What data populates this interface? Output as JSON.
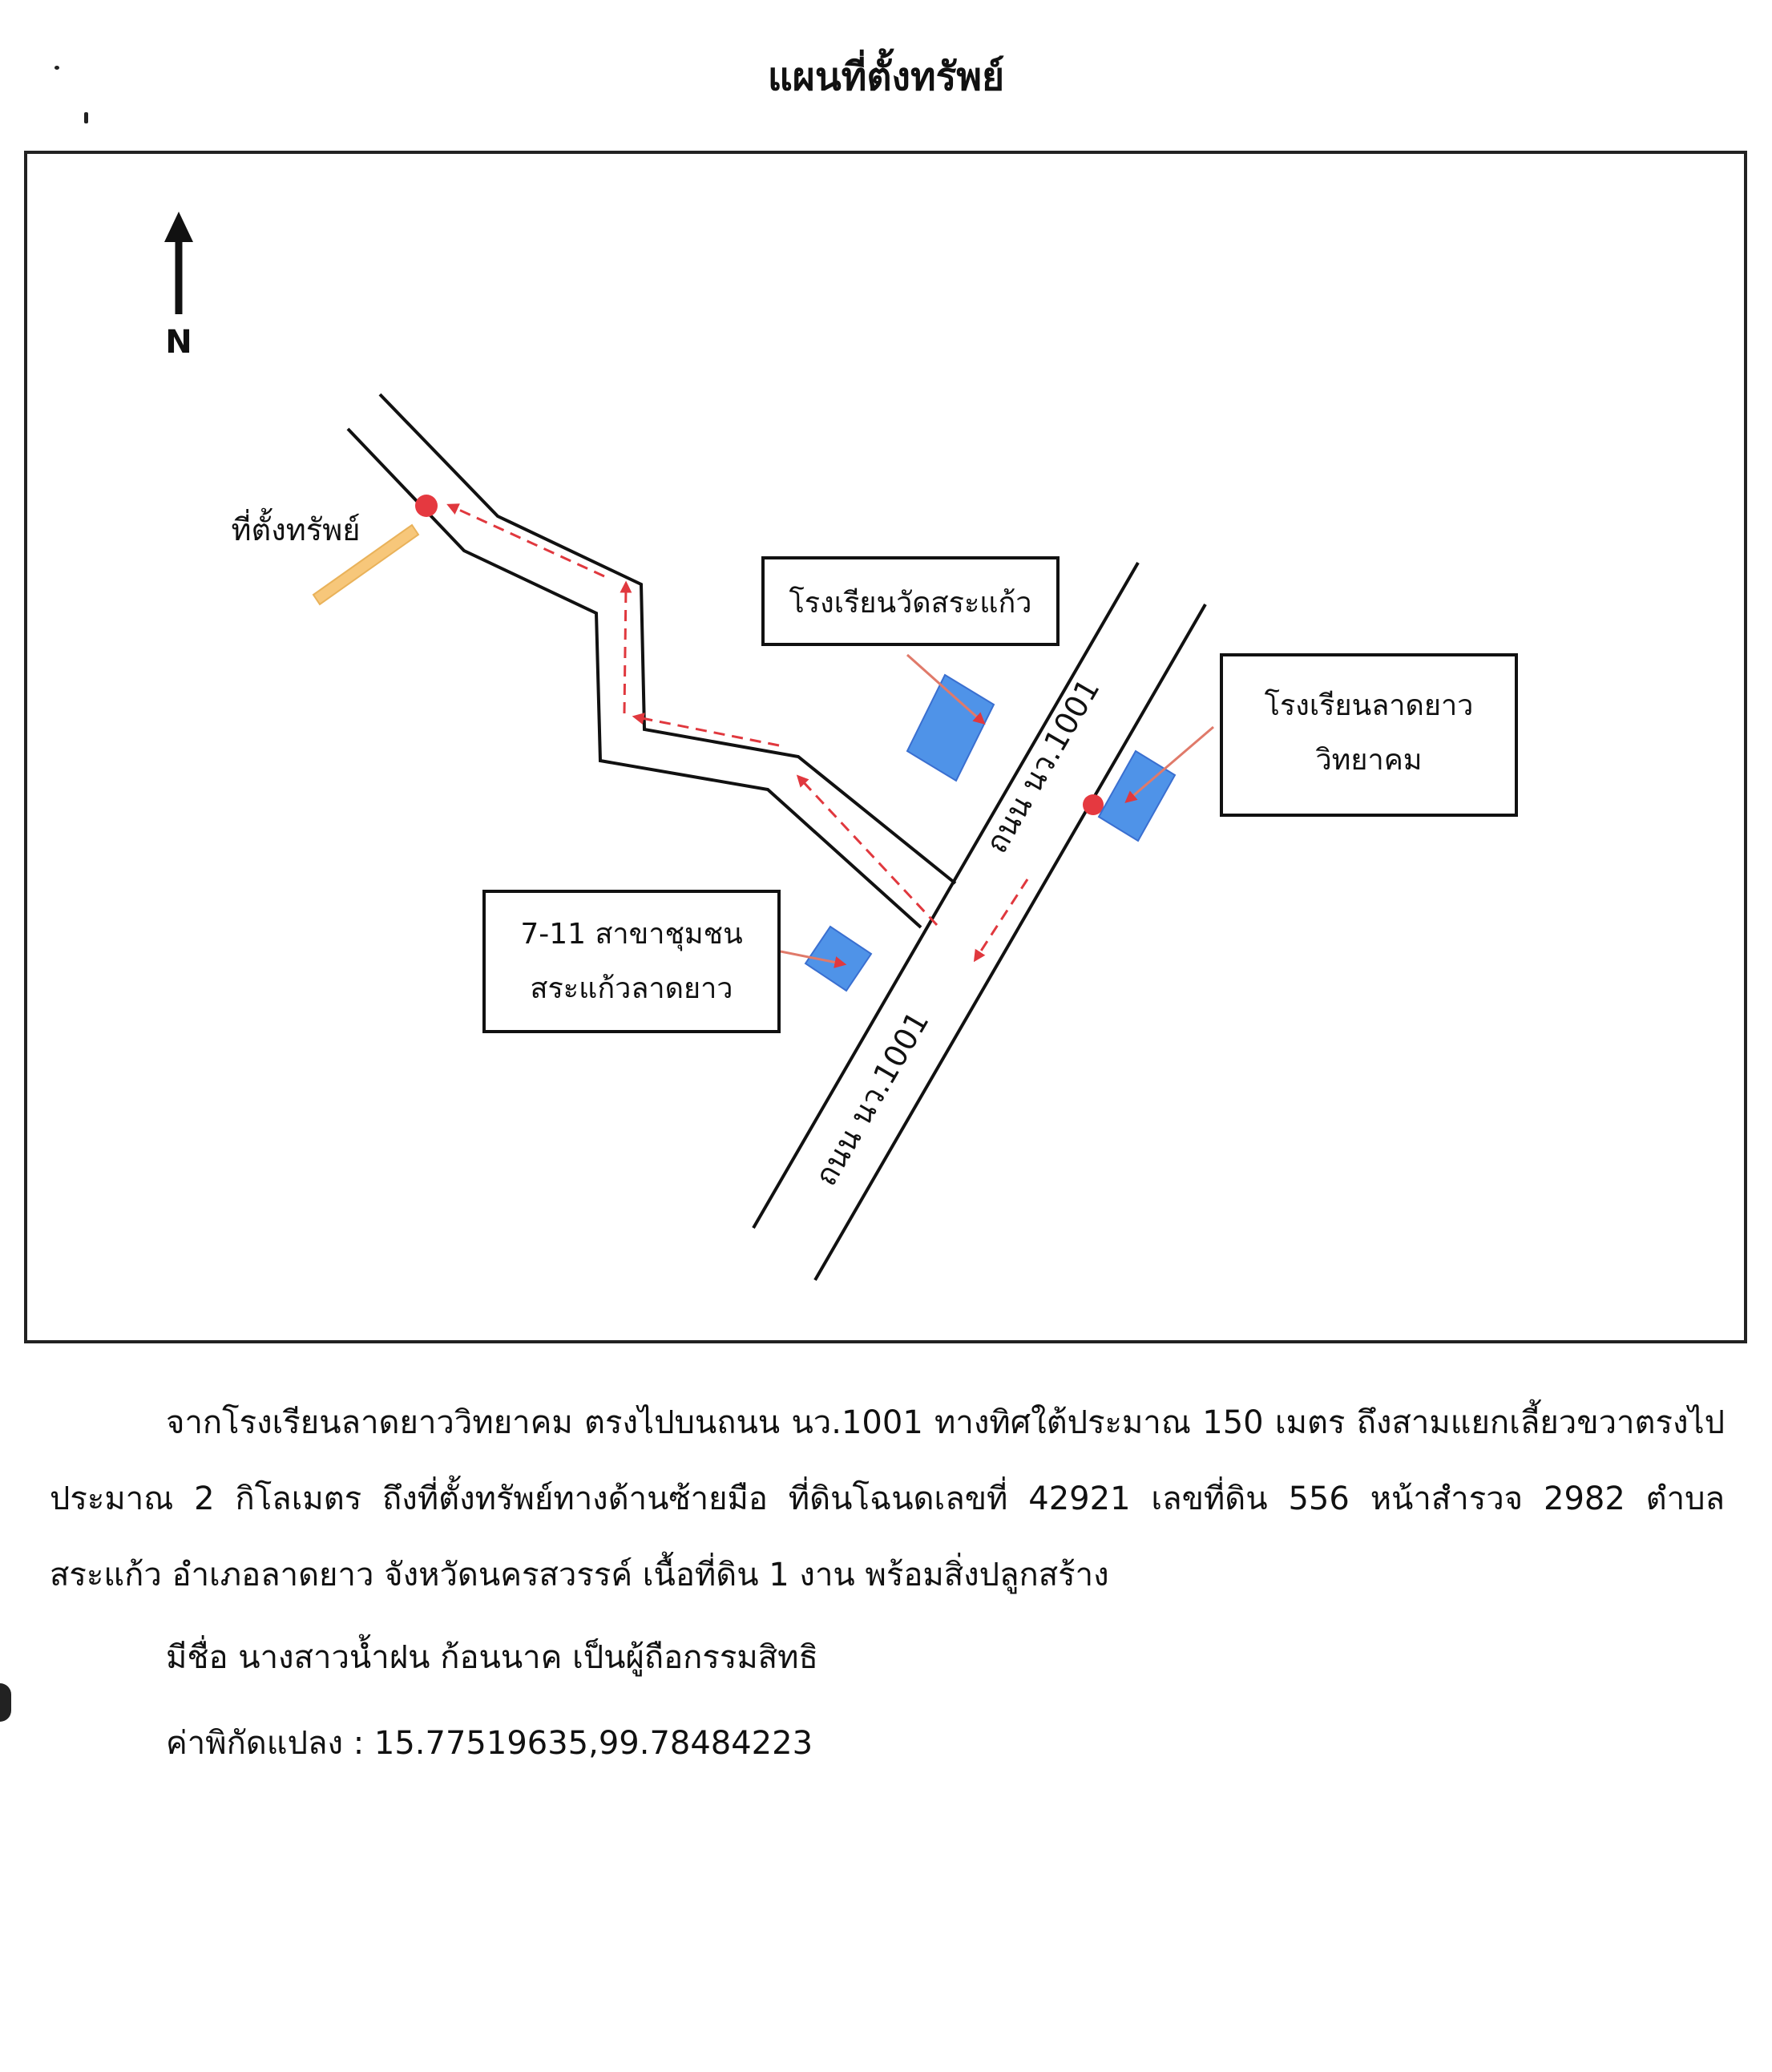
{
  "title": "แผนที่ตั้งทรัพย์",
  "map": {
    "north_label": "N",
    "property_label": "ที่ตั้งทรัพย์",
    "road_label_1": "ถนน นว.1001",
    "road_label_2": "ถนน นว.1001",
    "landmarks": [
      {
        "line1": "โรงเรียนวัดสระแก้ว",
        "line2": ""
      },
      {
        "line1": "โรงเรียนลาดยาว",
        "line2": "วิทยาคม"
      },
      {
        "line1": "7-11 สาขาชุมชน",
        "line2": "สระแก้วลาดยาว"
      }
    ],
    "colors": {
      "route": "#e0383e",
      "marker": "#e53940",
      "building_fill": "#4f93e8",
      "building_stroke": "#3a6fd0",
      "property_fill": "#f7c77a",
      "pointer": "#e07a6a",
      "road": "#111111"
    }
  },
  "description": {
    "paragraph": "จากโรงเรียนลาดยาววิทยาคม ตรงไปบนถนน นว.1001 ทางทิศใต้ประมาณ 150 เมตร ถึงสามแยกเลี้ยวขวาตรงไปประมาณ 2 กิโลเมตร ถึงที่ตั้งทรัพย์ทางด้านซ้ายมือ ที่ดินโฉนดเลขที่ 42921 เลขที่ดิน 556 หน้าสำรวจ 2982 ตำบลสระแก้ว อำเภอลาดยาว จังหวัดนครสวรรค์ เนื้อที่ดิน 1 งาน พร้อมสิ่งปลูกสร้าง",
    "owner": "มีชื่อ นางสาวน้ำฝน ก้อนนาค เป็นผู้ถือกรรมสิทธิ",
    "coordinates": "ค่าพิกัดแปลง : 15.77519635,99.78484223"
  }
}
